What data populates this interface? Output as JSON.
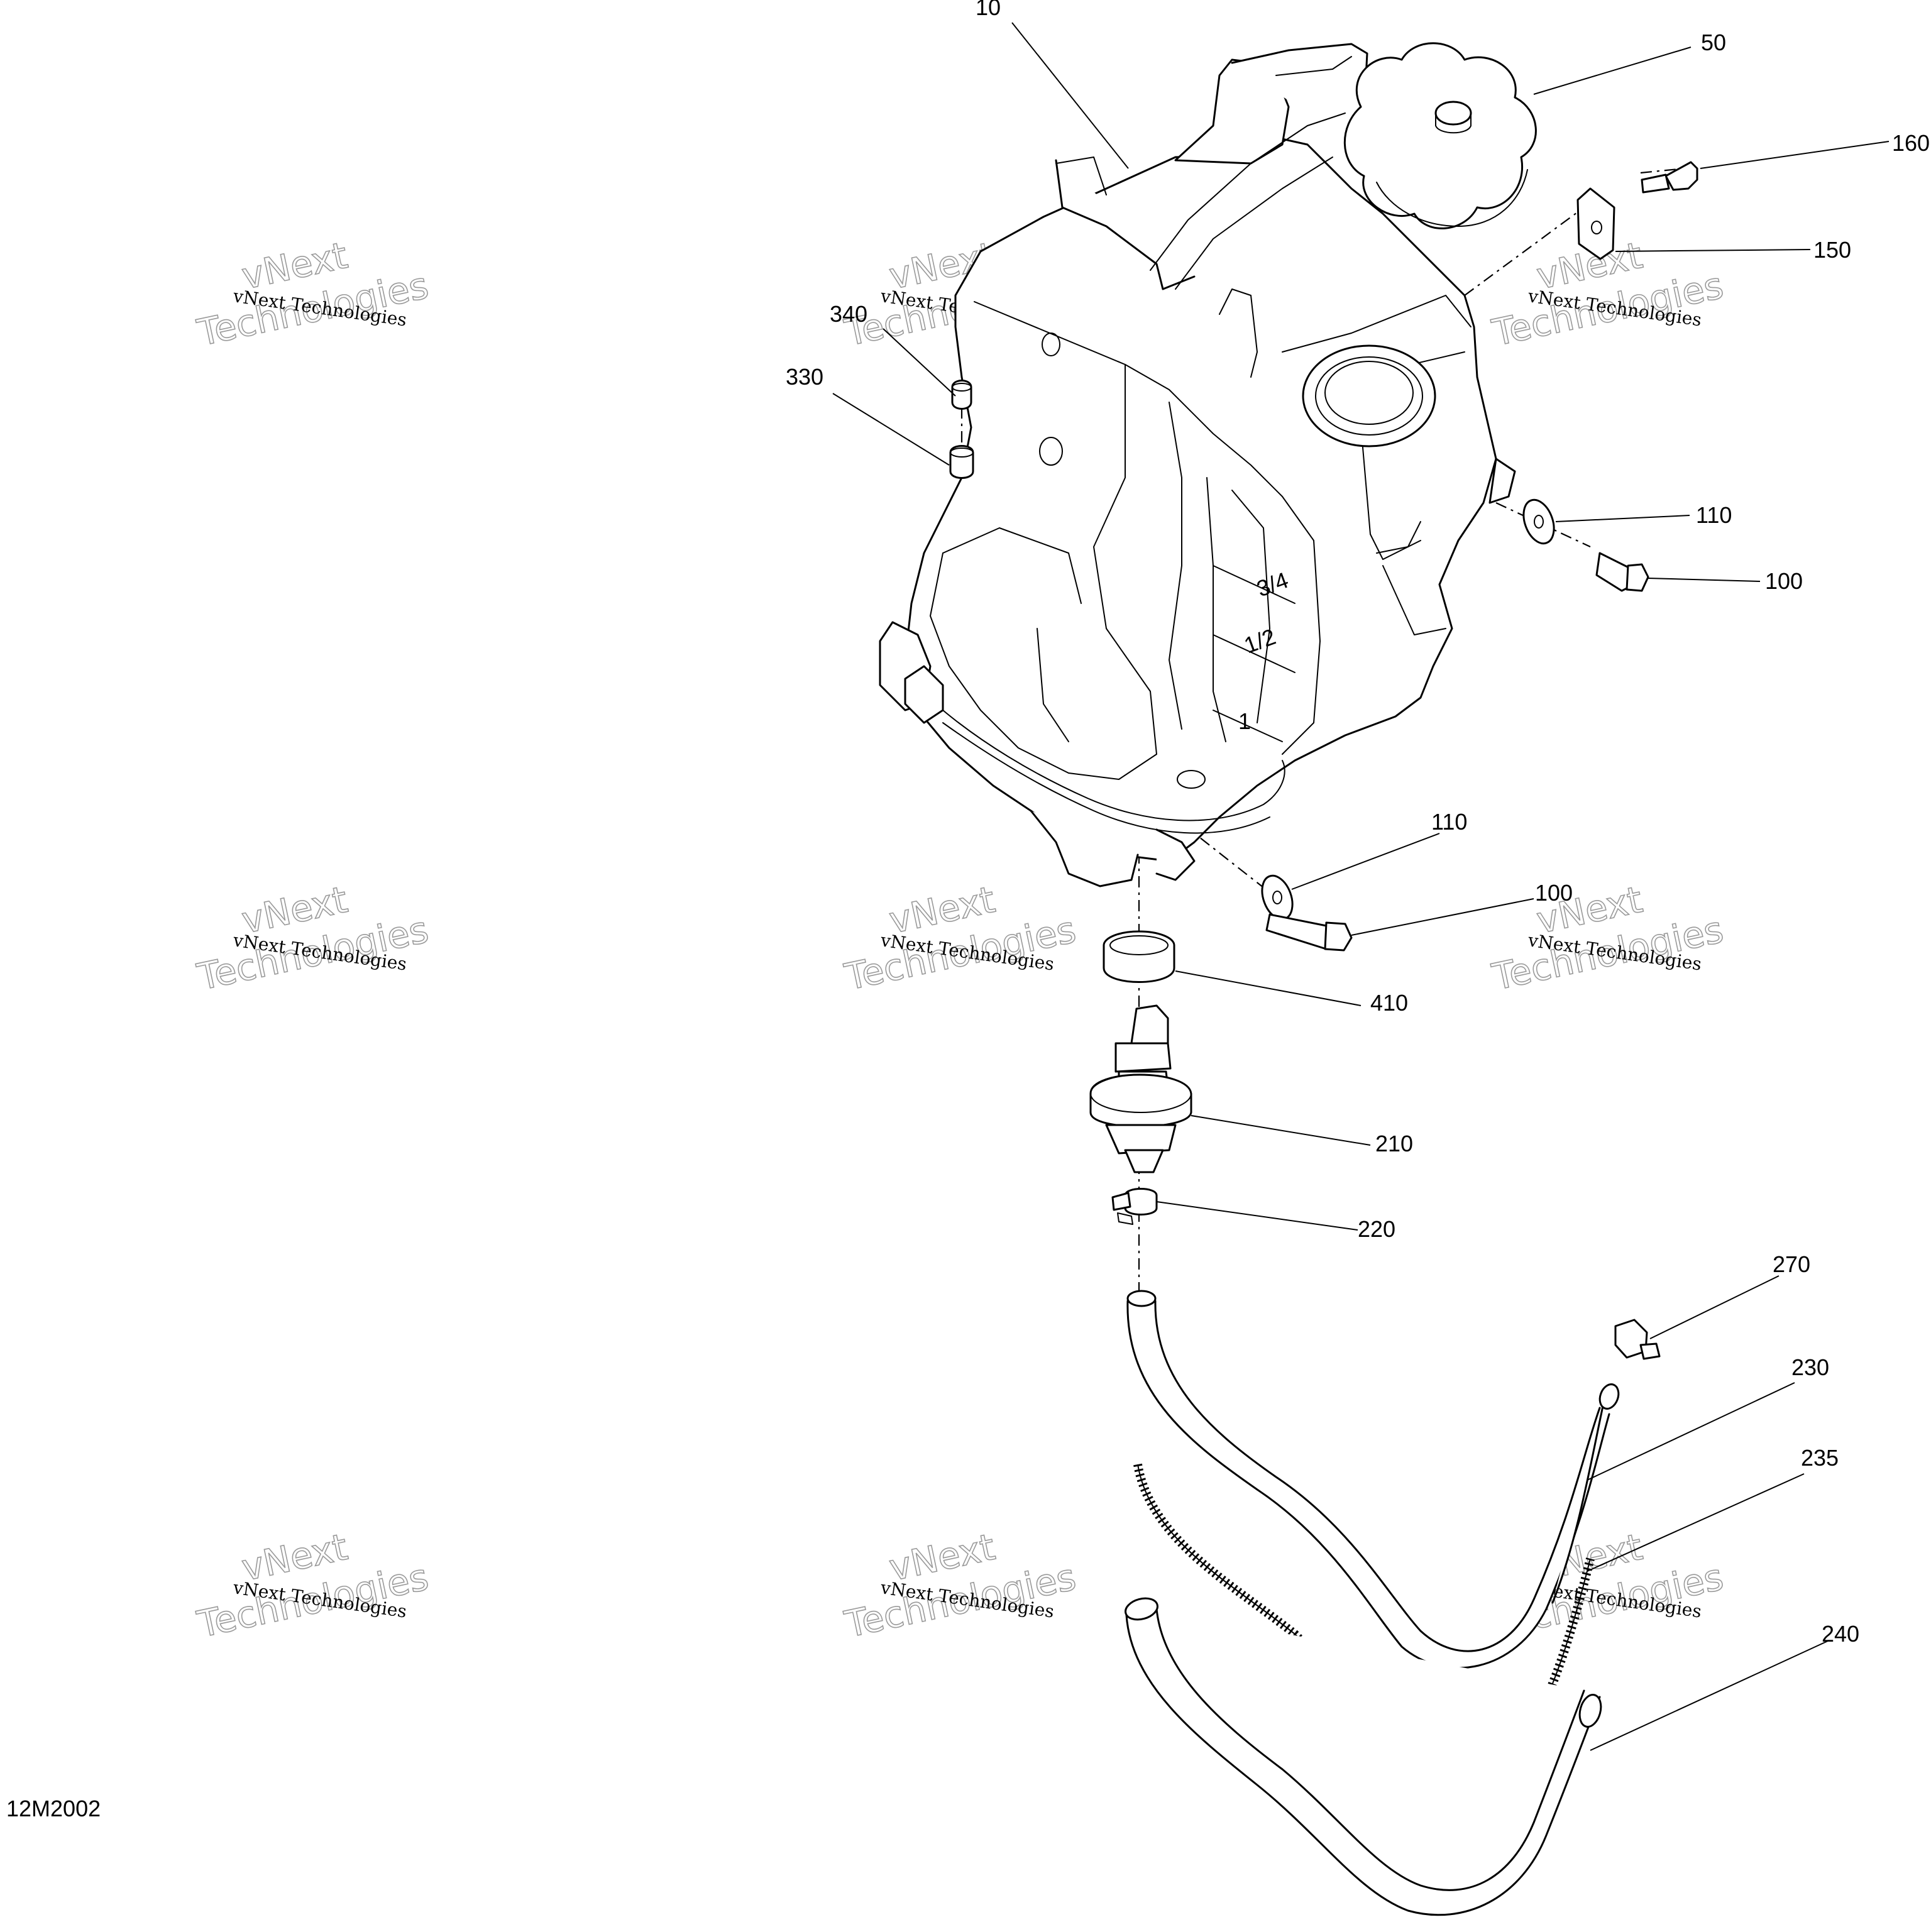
{
  "drawing_id": "12M2002",
  "watermark": {
    "line1": "vNext Technologies",
    "line2": "vNext",
    "line3": "Technologies"
  },
  "callouts": [
    {
      "id": "c10",
      "label": "10"
    },
    {
      "id": "c50",
      "label": "50"
    },
    {
      "id": "c160",
      "label": "160"
    },
    {
      "id": "c150",
      "label": "150"
    },
    {
      "id": "c340",
      "label": "340"
    },
    {
      "id": "c330",
      "label": "330"
    },
    {
      "id": "c110a",
      "label": "110"
    },
    {
      "id": "c100a",
      "label": "100"
    },
    {
      "id": "c110b",
      "label": "110"
    },
    {
      "id": "c100b",
      "label": "100"
    },
    {
      "id": "c410",
      "label": "410"
    },
    {
      "id": "c210",
      "label": "210"
    },
    {
      "id": "c220",
      "label": "220"
    },
    {
      "id": "c270",
      "label": "270"
    },
    {
      "id": "c230",
      "label": "230"
    },
    {
      "id": "c235",
      "label": "235"
    },
    {
      "id": "c240",
      "label": "240"
    }
  ],
  "tank_marks": [
    "3/4",
    "1/2",
    "1"
  ]
}
